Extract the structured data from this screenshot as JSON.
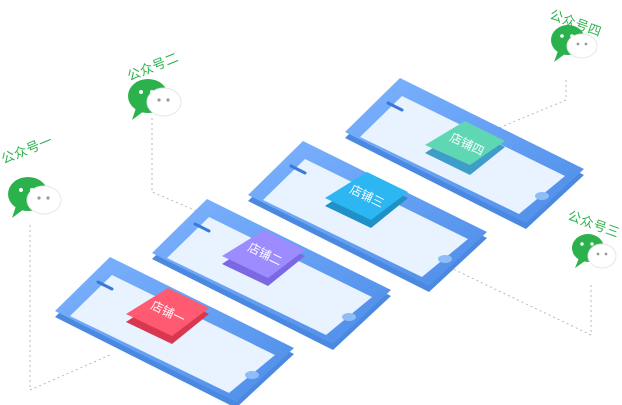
{
  "accounts": [
    {
      "label": "公众号一",
      "icon": "wechat-icon"
    },
    {
      "label": "公众号二",
      "icon": "wechat-icon"
    },
    {
      "label": "公众号三",
      "icon": "wechat-icon"
    },
    {
      "label": "公众号四",
      "icon": "wechat-icon"
    }
  ],
  "shops": [
    {
      "label": "店铺一",
      "color": "#ff5a72"
    },
    {
      "label": "店铺二",
      "color": "#9d8cff"
    },
    {
      "label": "店铺三",
      "color": "#2cb6f2"
    },
    {
      "label": "店铺四",
      "color": "#5fd6b4"
    }
  ],
  "colors": {
    "phone_body": "#5fa1f3",
    "phone_screen": "#e8f3ff",
    "wechat_green": "#2bb24c",
    "dotted_line": "#b9b9b9"
  }
}
